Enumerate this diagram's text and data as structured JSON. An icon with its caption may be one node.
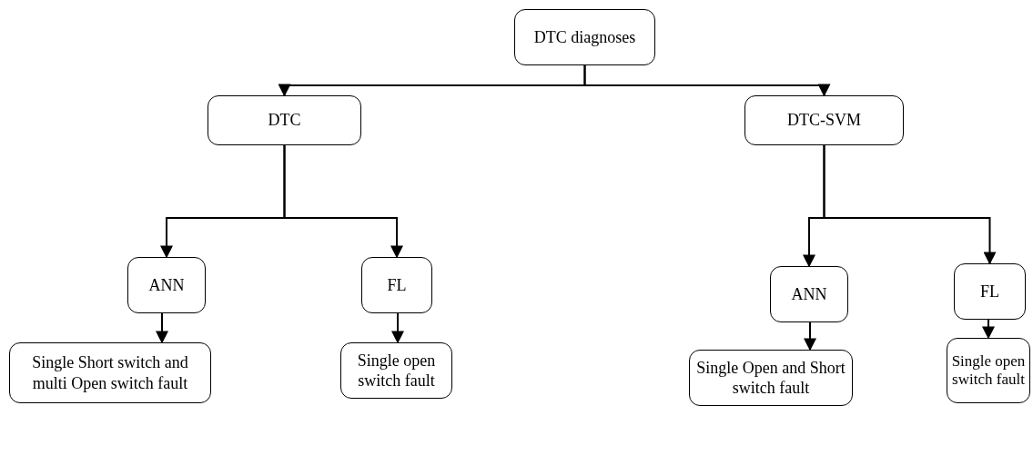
{
  "diagram": {
    "nodes": [
      {
        "text": [
          "DTC diagnoses"
        ]
      },
      {
        "text": [
          "DTC"
        ]
      },
      {
        "text": [
          "DTC-SVM"
        ]
      },
      {
        "text": [
          "ANN"
        ]
      },
      {
        "text": [
          "FL"
        ]
      },
      {
        "text": [
          "ANN"
        ]
      },
      {
        "text": [
          "FL"
        ]
      },
      {
        "text": [
          "Single Short switch and multi Open switch fault"
        ]
      },
      {
        "text": [
          "Single open switch fault"
        ]
      },
      {
        "text": [
          "Single Open and Short switch fault"
        ]
      },
      {
        "text": [
          "Single open switch fault"
        ]
      }
    ],
    "edges": [
      {
        "from": 0,
        "to": 1,
        "arrow": "to"
      },
      {
        "from": 0,
        "to": 2,
        "arrow": "to"
      },
      {
        "from": 1,
        "to": 3,
        "arrow": "to"
      },
      {
        "from": 1,
        "to": 4,
        "arrow": "to"
      },
      {
        "from": 2,
        "to": 5,
        "arrow": "to"
      },
      {
        "from": 2,
        "to": 6,
        "arrow": "to"
      },
      {
        "from": 3,
        "to": 7,
        "arrow": "to"
      },
      {
        "from": 4,
        "to": 8,
        "arrow": "to"
      },
      {
        "from": 5,
        "to": 9,
        "arrow": "to"
      },
      {
        "from": 6,
        "to": 10,
        "arrow": "to"
      }
    ]
  }
}
